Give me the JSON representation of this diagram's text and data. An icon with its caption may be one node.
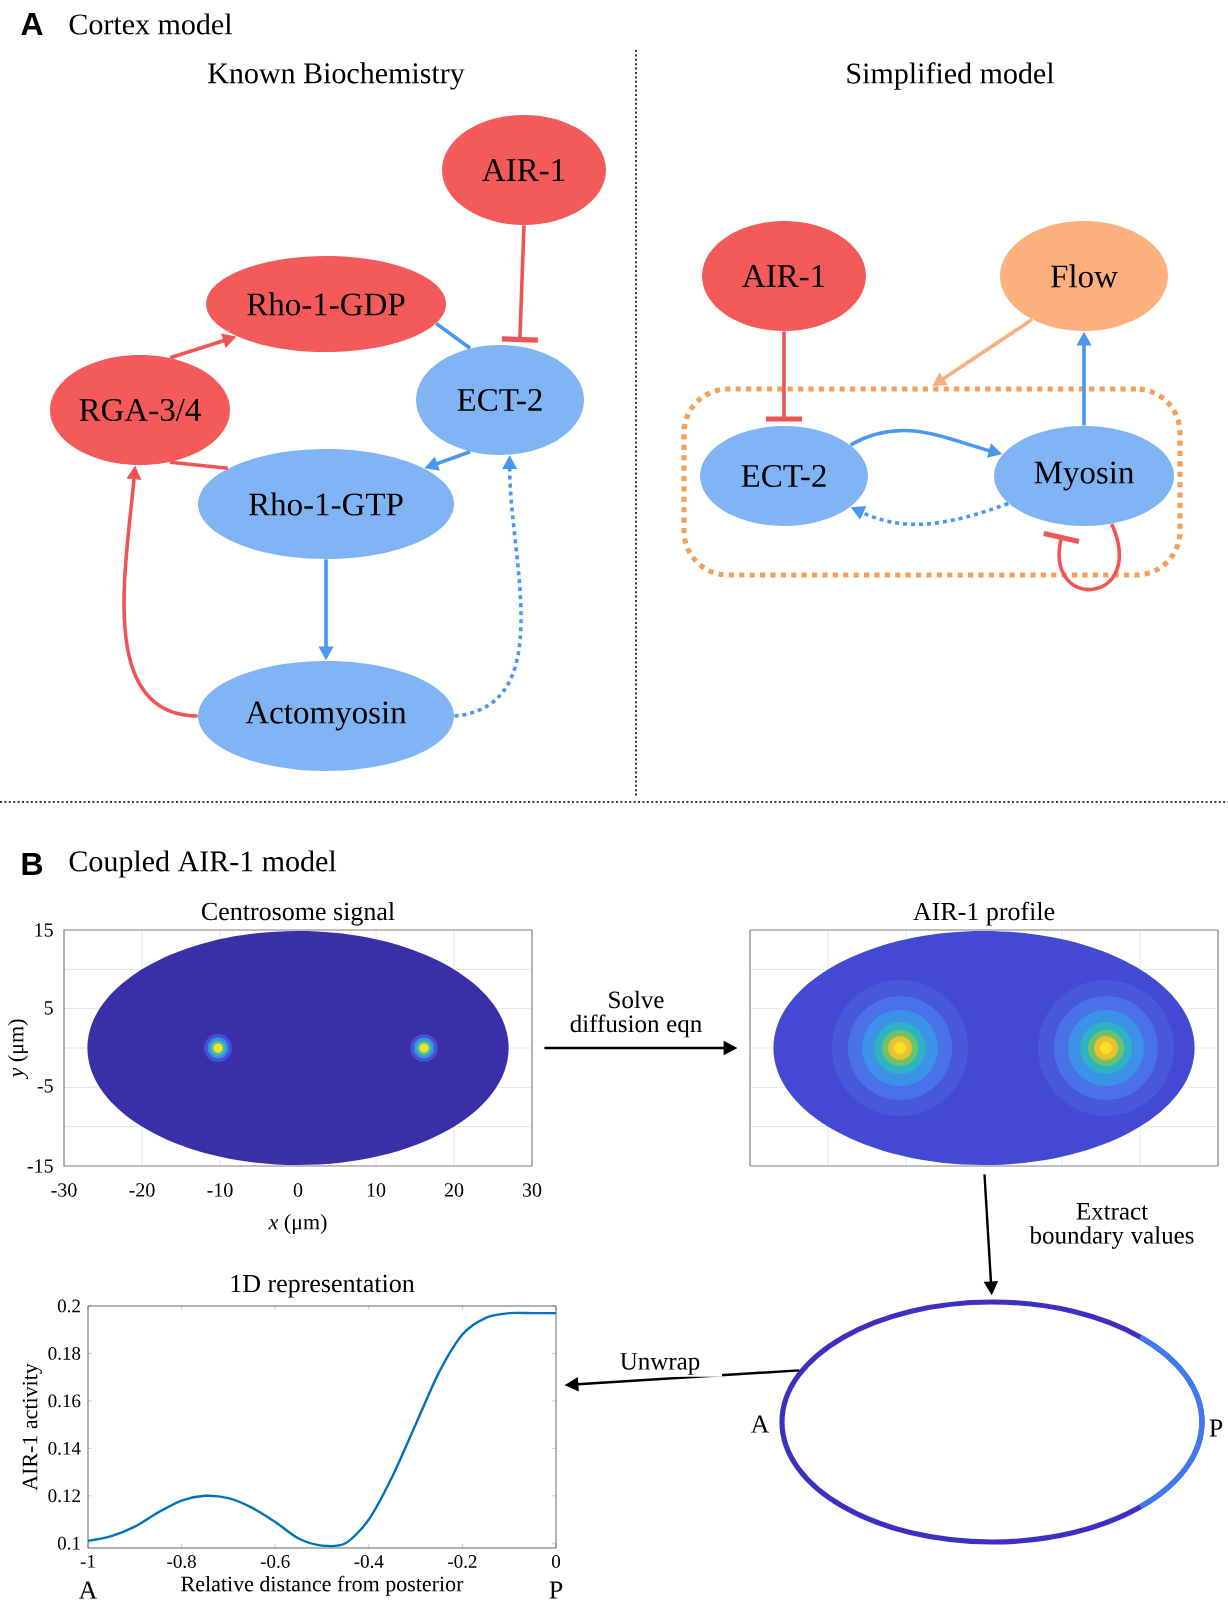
{
  "diagram": {
    "nodes": [
      {
        "text": [
          "AIR-1"
        ]
      },
      {
        "text": [
          "Rho-1-GDP"
        ]
      },
      {
        "text": [
          "RGA-3/4"
        ]
      },
      {
        "text": [
          "ECT-2"
        ]
      },
      {
        "text": [
          "Rho-1-GTP"
        ]
      },
      {
        "text": [
          "Actomyosin"
        ]
      },
      {
        "text": [
          "AIR-1"
        ]
      },
      {
        "text": [
          "Flow"
        ]
      },
      {
        "text": [],
        "shape": "box"
      },
      {
        "text": [
          "ECT-2"
        ],
        "in": 8
      },
      {
        "text": [
          "Myosin"
        ],
        "in": 8
      },
      {
        "text": [
          "Centrosome signal"
        ]
      },
      {
        "text": [
          "AIR-1 profile"
        ]
      },
      {
        "text": [],
        "shape": "ellipse"
      },
      {
        "text": [
          "1D representation"
        ]
      }
    ],
    "edges": [
      {
        "from": 0,
        "to": 3,
        "arrow": "other",
        "color": "#f05555"
      },
      {
        "from": 2,
        "to": 1,
        "arrow": "to",
        "color": "#f05555"
      },
      {
        "from": 4,
        "to": 2,
        "arrow": "none",
        "color": "#f05555"
      },
      {
        "from": 1,
        "to": 3,
        "arrow": "none",
        "color": "#4a96f0"
      },
      {
        "from": 3,
        "to": 4,
        "arrow": "to",
        "color": "#4a96f0"
      },
      {
        "from": 4,
        "to": 5,
        "arrow": "to",
        "color": "#4a96f0"
      },
      {
        "from": 5,
        "to": 2,
        "arrow": "to",
        "color": "#f05555"
      },
      {
        "from": 5,
        "to": 3,
        "arrow": "to",
        "style": "dashed",
        "color": "#4a96f0"
      },
      {
        "from": 6,
        "to": 9,
        "arrow": "other",
        "color": "#f05555"
      },
      {
        "from": 9,
        "to": 10,
        "arrow": "to",
        "color": "#4a96f0"
      },
      {
        "from": 10,
        "to": 9,
        "arrow": "to",
        "style": "dashed",
        "color": "#4a96f0"
      },
      {
        "from": 10,
        "to": 7,
        "arrow": "to",
        "color": "#4a96f0"
      },
      {
        "from": 7,
        "to": 8,
        "arrow": "to",
        "color": "#f9b080"
      },
      {
        "from": 10,
        "to": 10,
        "arrow": "other",
        "color": "#f05555"
      },
      {
        "from": 11,
        "to": 12,
        "arrow": "to",
        "label": "Solve diffusion eqn",
        "color": "#000000"
      },
      {
        "from": 12,
        "to": 13,
        "arrow": "to",
        "label": "Extract boundary values",
        "color": "#000000"
      },
      {
        "from": 13,
        "to": 14,
        "arrow": "to",
        "label": "Unwrap",
        "color": "#000000"
      }
    ],
    "labels": [
      "A",
      "Cortex model",
      "Known Biochemistry",
      "Simplified model",
      "B",
      "Coupled AIR-1 model",
      "15",
      "5",
      "-5",
      "-15",
      "*y* (μm)",
      "-30",
      "-20",
      "-10",
      "0",
      "10",
      "20",
      "30",
      "*x* (μm)",
      "A",
      "P",
      "A",
      "P"
    ],
    "chart_data": {
      "type": "line",
      "xlabel": "Relative distance from posterior",
      "ylabel": "AIR-1 activity",
      "x": [
        -1,
        -0.95,
        -0.9,
        -0.85,
        -0.8,
        -0.75,
        -0.7,
        -0.65,
        -0.6,
        -0.55,
        -0.5,
        -0.45,
        -0.4,
        -0.35,
        -0.3,
        -0.25,
        -0.2,
        -0.15,
        -0.1,
        -0.05,
        0
      ],
      "values": [
        0.101,
        0.103,
        0.107,
        0.113,
        0.118,
        0.12,
        0.119,
        0.115,
        0.109,
        0.102,
        0.099,
        0.1,
        0.11,
        0.128,
        0.15,
        0.172,
        0.188,
        0.195,
        0.197,
        0.197,
        0.197
      ],
      "xlim": [
        -1,
        0
      ],
      "ylim": [
        0.098,
        0.2
      ],
      "xticks": [
        -1,
        -0.8,
        -0.6,
        -0.4,
        -0.2,
        0
      ],
      "yticks": [
        0.1,
        0.12,
        0.14,
        0.16,
        0.18,
        0.2
      ]
    }
  }
}
